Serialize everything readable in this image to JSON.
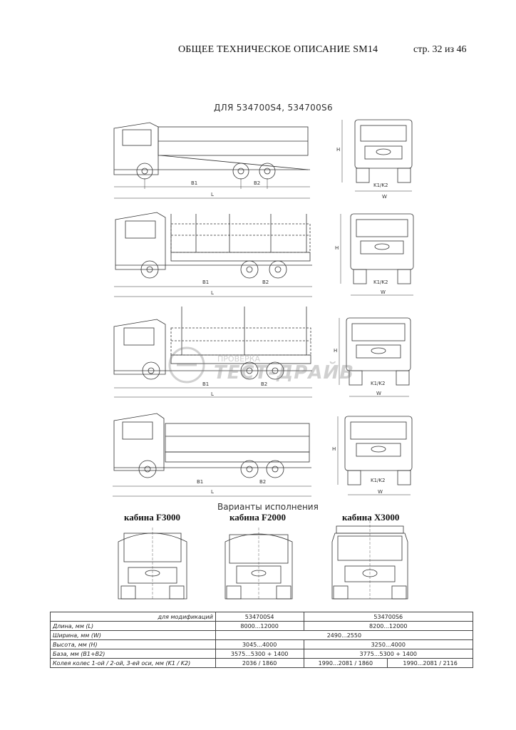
{
  "header": {
    "title": "ОБЩЕЕ ТЕХНИЧЕСКОЕ ОПИСАНИЕ SM14",
    "page": "стр. 32 из 46"
  },
  "drawing_caption": "ДЛЯ 534700S4, 534700S6",
  "dimension_labels": {
    "b1": "B1",
    "b2": "B2",
    "l": "L",
    "h": "H",
    "w": "W",
    "k": "K1/K2"
  },
  "watermark": {
    "text": "ТЕСТ-ДРАЙВ",
    "sub": "ПРОВЕРКА"
  },
  "variants": {
    "title": "Варианты исполнения",
    "cabs": [
      "кабина F3000",
      "кабина F2000",
      "кабина X3000"
    ]
  },
  "spec_table": {
    "header": {
      "label": "для модификаций",
      "models": [
        "534700S4",
        "534700S6"
      ]
    },
    "rows": [
      {
        "label": "Длина, мм (L)",
        "s4": "8000...12000",
        "s6": "8200...12000"
      },
      {
        "label": "Ширина, мм (W)",
        "both": "2490...2550"
      },
      {
        "label": "Высота, мм (H)",
        "s4": "3045...4000",
        "s6": "3250...4000"
      },
      {
        "label": "База, мм (B1+B2)",
        "s4": "3575...5300 + 1400",
        "s6": "3775...5300 + 1400"
      },
      {
        "label": "Колея колес 1-ой / 2-ой, 3-ей оси, мм (K1 / K2)",
        "s4": "2036 / 1860",
        "s6a": "1990...2081 / 1860",
        "s6b": "1990...2081 / 2116"
      }
    ]
  }
}
